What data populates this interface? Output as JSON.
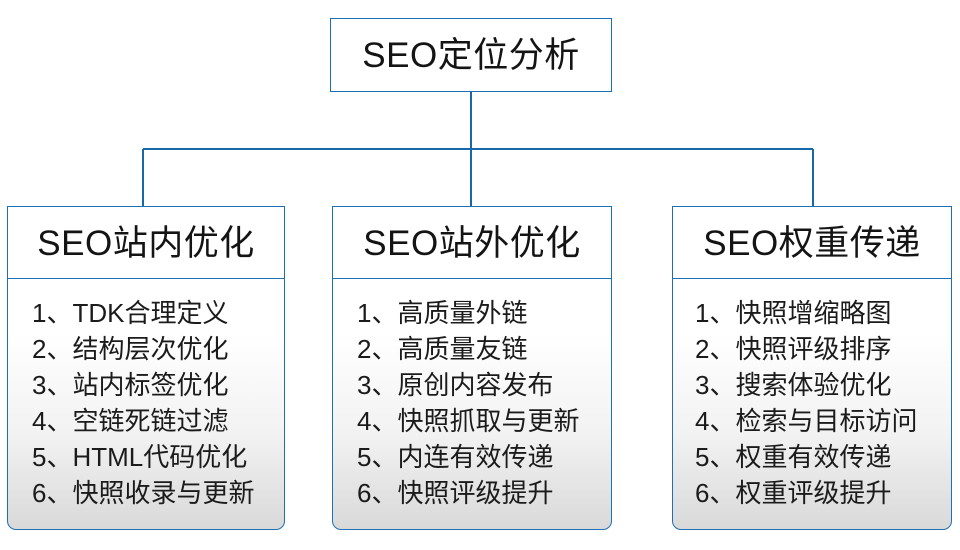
{
  "diagram": {
    "title": "SEO定位分析",
    "type": "org-chart",
    "accent_color": "#1f6fb5",
    "text_color": "#141414",
    "background_color": "#ffffff",
    "root": {
      "label": "SEO定位分析"
    },
    "branches": [
      {
        "header": "SEO站内优化",
        "items": [
          "1、TDK合理定义",
          "2、结构层次优化",
          "3、站内标签优化",
          "4、空链死链过滤",
          "5、HTML代码优化",
          "6、快照收录与更新"
        ]
      },
      {
        "header": "SEO站外优化",
        "items": [
          "1、高质量外链",
          "2、高质量友链",
          "3、原创内容发布",
          "4、快照抓取与更新",
          "5、内连有效传递",
          "6、快照评级提升"
        ]
      },
      {
        "header": "SEO权重传递",
        "items": [
          "1、快照增缩略图",
          "2、快照评级排序",
          "3、搜索体验优化",
          "4、检索与目标访问",
          "5、权重有效传递",
          "6、权重评级提升"
        ]
      }
    ]
  }
}
